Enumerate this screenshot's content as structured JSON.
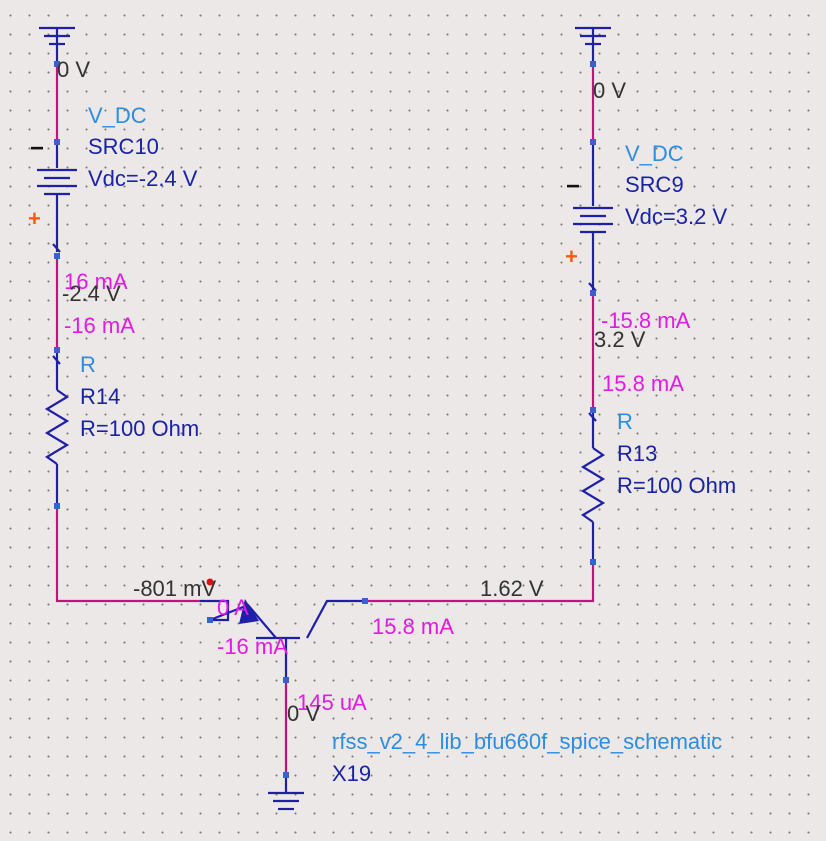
{
  "sources": {
    "src10": {
      "type": "V_DC",
      "name": "SRC10",
      "param": "Vdc=-2.4 V",
      "top_voltage": "0 V",
      "bottom_voltage": "-2.4 V",
      "current_out": "16 mA",
      "current_wire": "-16 mA",
      "minus": "−",
      "plus": "+"
    },
    "src9": {
      "type": "V_DC",
      "name": "SRC9",
      "param": "Vdc=3.2 V",
      "top_voltage": "0 V",
      "bottom_voltage": "3.2 V",
      "current_out": "-15.8 mA",
      "current_wire": "15.8 mA",
      "minus": "−",
      "plus": "+"
    }
  },
  "resistors": {
    "r14": {
      "type": "R",
      "name": "R14",
      "param": "R=100 Ohm"
    },
    "r13": {
      "type": "R",
      "name": "R13",
      "param": "R=100 Ohm"
    }
  },
  "transistor": {
    "model": "rfss_v2_4_lib_bfu660f_spice_schematic",
    "name": "X19",
    "base_voltage": "-801 mV",
    "base_current": "0 A",
    "emitter_current": "-16 mA",
    "collector_voltage": "1.62 V",
    "collector_current": "15.8 mA",
    "substrate_current": "145 uA",
    "ground_voltage": "0 V"
  },
  "colors": {
    "component": "#1f1fa8",
    "wire": "#c01478",
    "pin": "#3a5fd0",
    "type_label": "#2d8de0",
    "instance_label": "#1a22a6",
    "voltage_annotation": "#333333",
    "current_annotation": "#e21ae2",
    "plus_sign": "#ff5a10",
    "background": "#ece8e8"
  }
}
